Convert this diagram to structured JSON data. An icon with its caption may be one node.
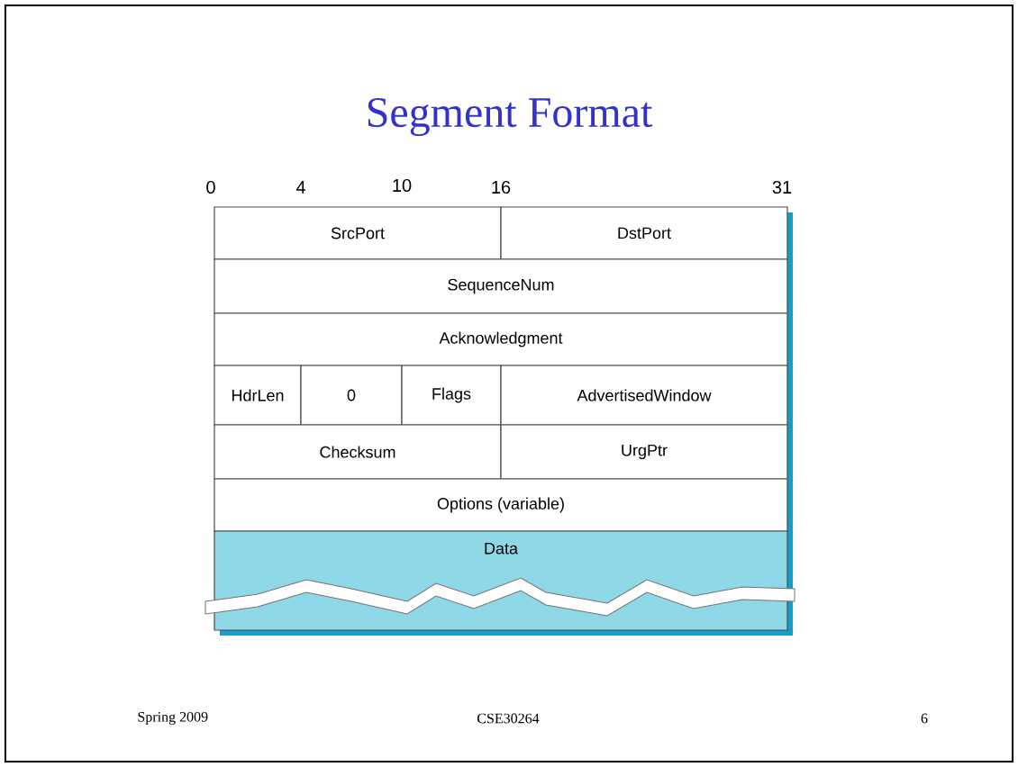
{
  "diagram": {
    "title": "Segment Format",
    "nodes": [
      {
        "text": [
          "SrcPort"
        ]
      },
      {
        "text": [
          "DstPort"
        ]
      },
      {
        "text": [
          "SequenceNum"
        ]
      },
      {
        "text": [
          "Acknowledgment"
        ]
      },
      {
        "text": [
          "HdrLen"
        ]
      },
      {
        "text": [
          "0"
        ]
      },
      {
        "text": [
          "Flags"
        ]
      },
      {
        "text": [
          "AdvertisedWindow"
        ]
      },
      {
        "text": [
          "Checksum"
        ]
      },
      {
        "text": [
          "UrgPtr"
        ]
      },
      {
        "text": [
          "Options (variable)"
        ]
      },
      {
        "text": [
          "Data"
        ]
      }
    ],
    "labels": [
      "0",
      "4",
      "10",
      "16",
      "31",
      "Spring 2009",
      "CSE30264",
      "6"
    ]
  }
}
